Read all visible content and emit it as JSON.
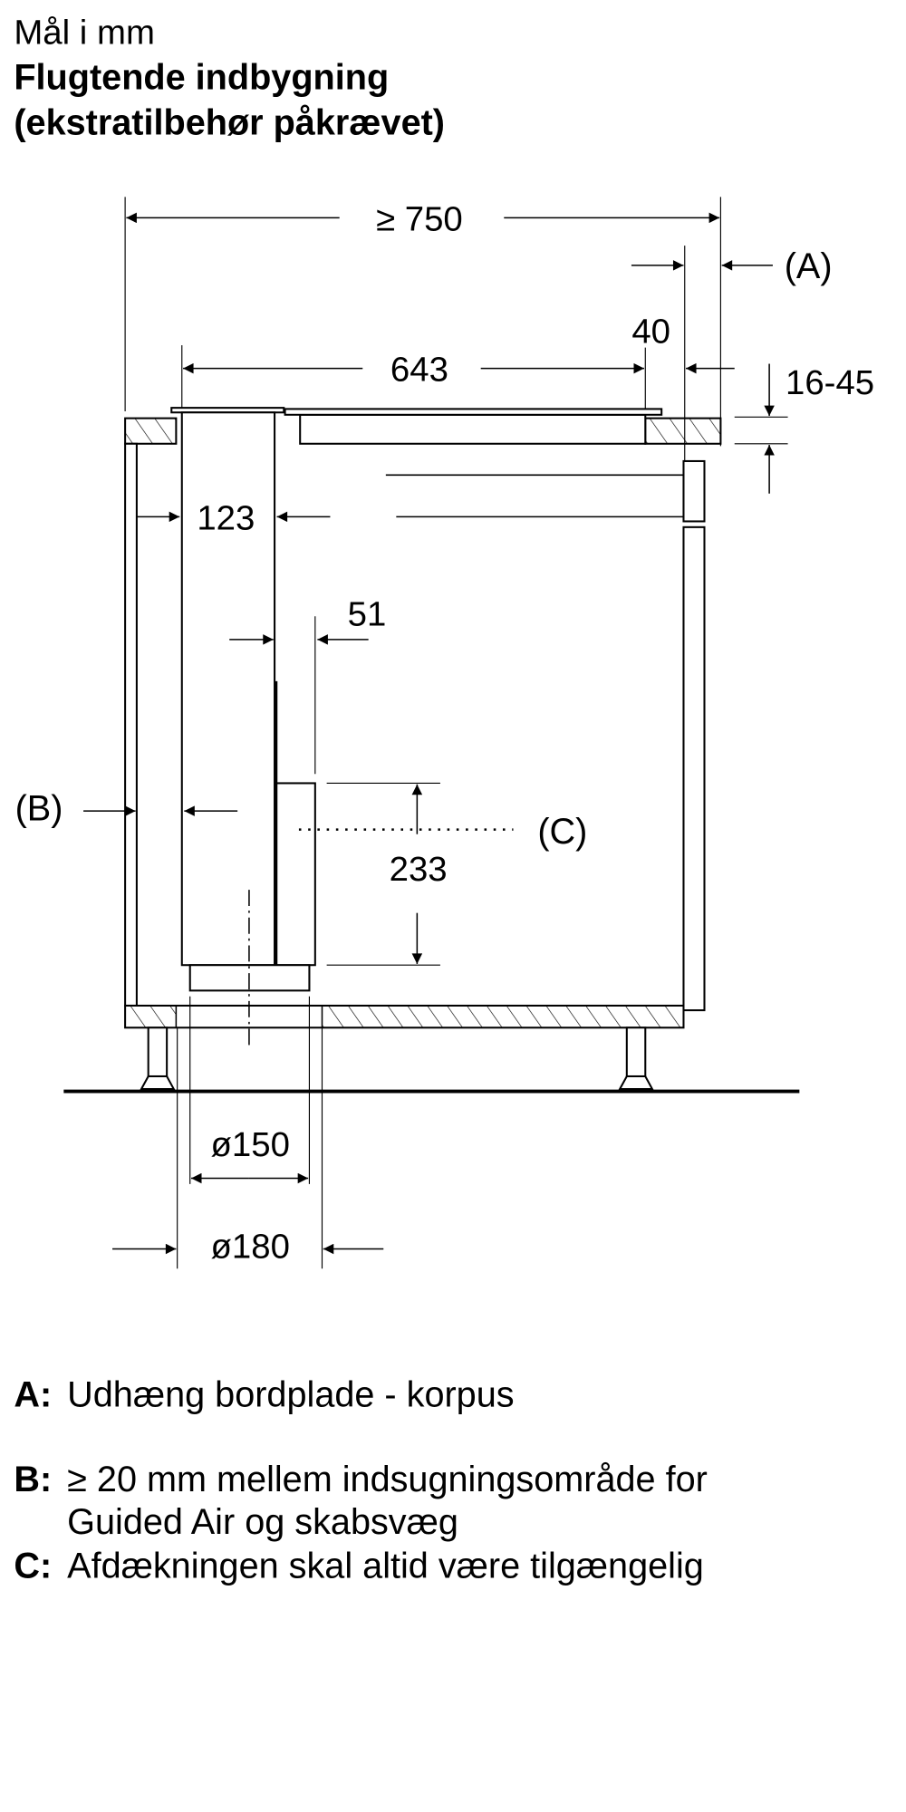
{
  "header": {
    "units": "Mål i mm",
    "title_line1": "Flugtende indbygning",
    "title_line2": "(ekstratilbehør påkrævet)"
  },
  "dimensions": {
    "total_depth": "≥ 750",
    "hob_depth": "643",
    "overhang": "40",
    "worktop_thickness": "16-45",
    "duct_width": "123",
    "cover_offset": "51",
    "cover_height": "233",
    "inner_diameter": "ø150",
    "outer_diameter": "ø180"
  },
  "callouts": {
    "a": "(A)",
    "b": "(B)",
    "c": "(C)"
  },
  "legend": [
    {
      "key": "A:",
      "text": "Udhæng bordplade - korpus"
    },
    {
      "key": "B:",
      "text": "≥ 20 mm mellem indsugningsområde for",
      "text2": "Guided Air og skabsvæg"
    },
    {
      "key": "C:",
      "text": "Afdækningen skal altid være tilgængelig"
    }
  ]
}
